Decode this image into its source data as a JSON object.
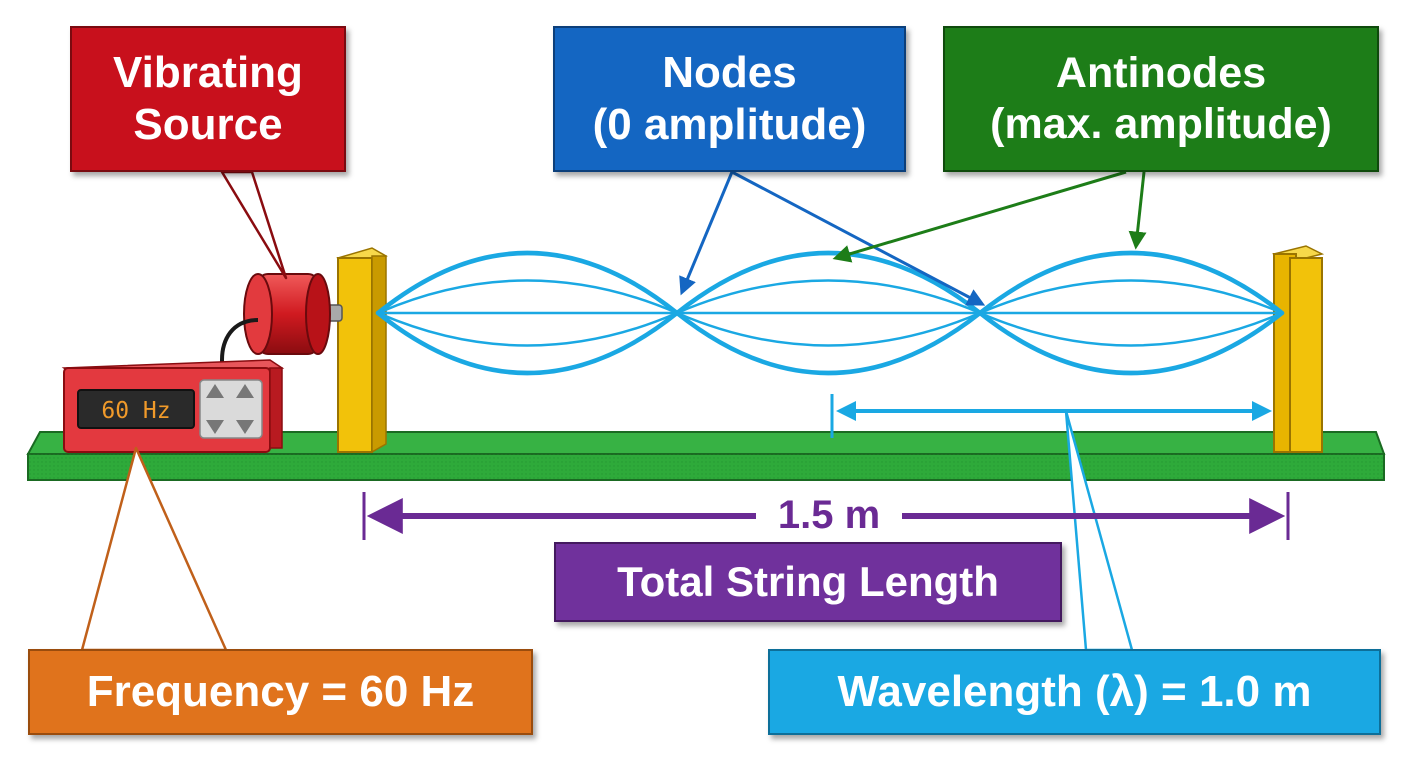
{
  "labels": {
    "source": {
      "line1": "Vibrating",
      "line2": "Source"
    },
    "nodes": {
      "line1": "Nodes",
      "line2": "(0 amplitude)"
    },
    "antinodes": {
      "line1": "Antinodes",
      "line2": "(max. amplitude)"
    },
    "total_length": "Total String Length",
    "length_value": "1.5 m",
    "frequency": "Frequency = 60 Hz",
    "wavelength": "Wavelength (λ) = 1.0 m"
  },
  "generator": {
    "display": "60 Hz"
  },
  "colors": {
    "source": "#c8101c",
    "nodes": "#1466c2",
    "antinodes": "#1d7d18",
    "total_length": "#70319c",
    "frequency": "#e0731c",
    "wavelength": "#1aa8e3",
    "string": "#1aa8e3",
    "base": "#2eaa3a",
    "post": "#f2c20a"
  }
}
